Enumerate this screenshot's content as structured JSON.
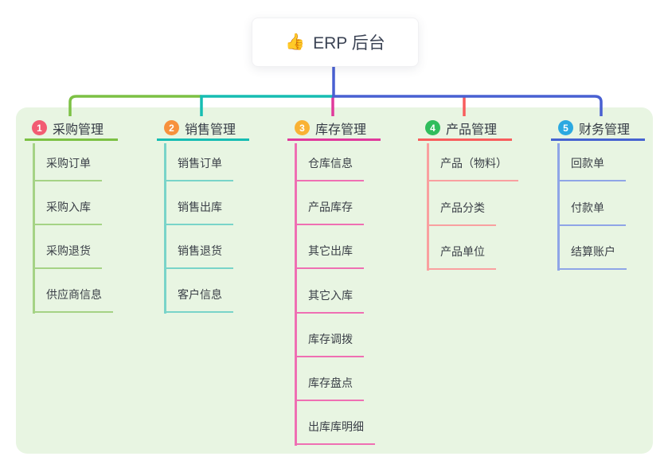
{
  "root": {
    "icon": "👍",
    "title": "ERP 后台",
    "line_color": "#4960d2"
  },
  "colors": {
    "panel_bg": "#e8f5e2",
    "root_card_bg": "#ffffff",
    "title_text": "#353b45",
    "child_text": "#3a3f47"
  },
  "branches": [
    {
      "num": "1",
      "label": "采购管理",
      "line_color": "#7cc144",
      "child_line_color": "#a5d385",
      "badge_color": "#f25c72",
      "children": [
        "采购订单",
        "采购入库",
        "采购退货",
        "供应商信息"
      ]
    },
    {
      "num": "2",
      "label": "销售管理",
      "line_color": "#16bdb2",
      "child_line_color": "#79d4c9",
      "badge_color": "#f7913d",
      "children": [
        "销售订单",
        "销售出库",
        "销售退货",
        "客户信息"
      ]
    },
    {
      "num": "3",
      "label": "库存管理",
      "line_color": "#e03a9c",
      "child_line_color": "#ef6fb3",
      "badge_color": "#f9b234",
      "children": [
        "仓库信息",
        "产品库存",
        "其它出库",
        "其它入库",
        "库存调拨",
        "库存盘点",
        "出库库明细"
      ]
    },
    {
      "num": "4",
      "label": "产品管理",
      "line_color": "#f85d5d",
      "child_line_color": "#f9a0a0",
      "badge_color": "#30bd5c",
      "children": [
        "产品（物料）",
        "产品分类",
        "产品单位"
      ]
    },
    {
      "num": "5",
      "label": "财务管理",
      "line_color": "#4663d0",
      "child_line_color": "#8fa5e7",
      "badge_color": "#2ba9e1",
      "children": [
        "回款单",
        "付款单",
        "结算账户"
      ]
    }
  ]
}
